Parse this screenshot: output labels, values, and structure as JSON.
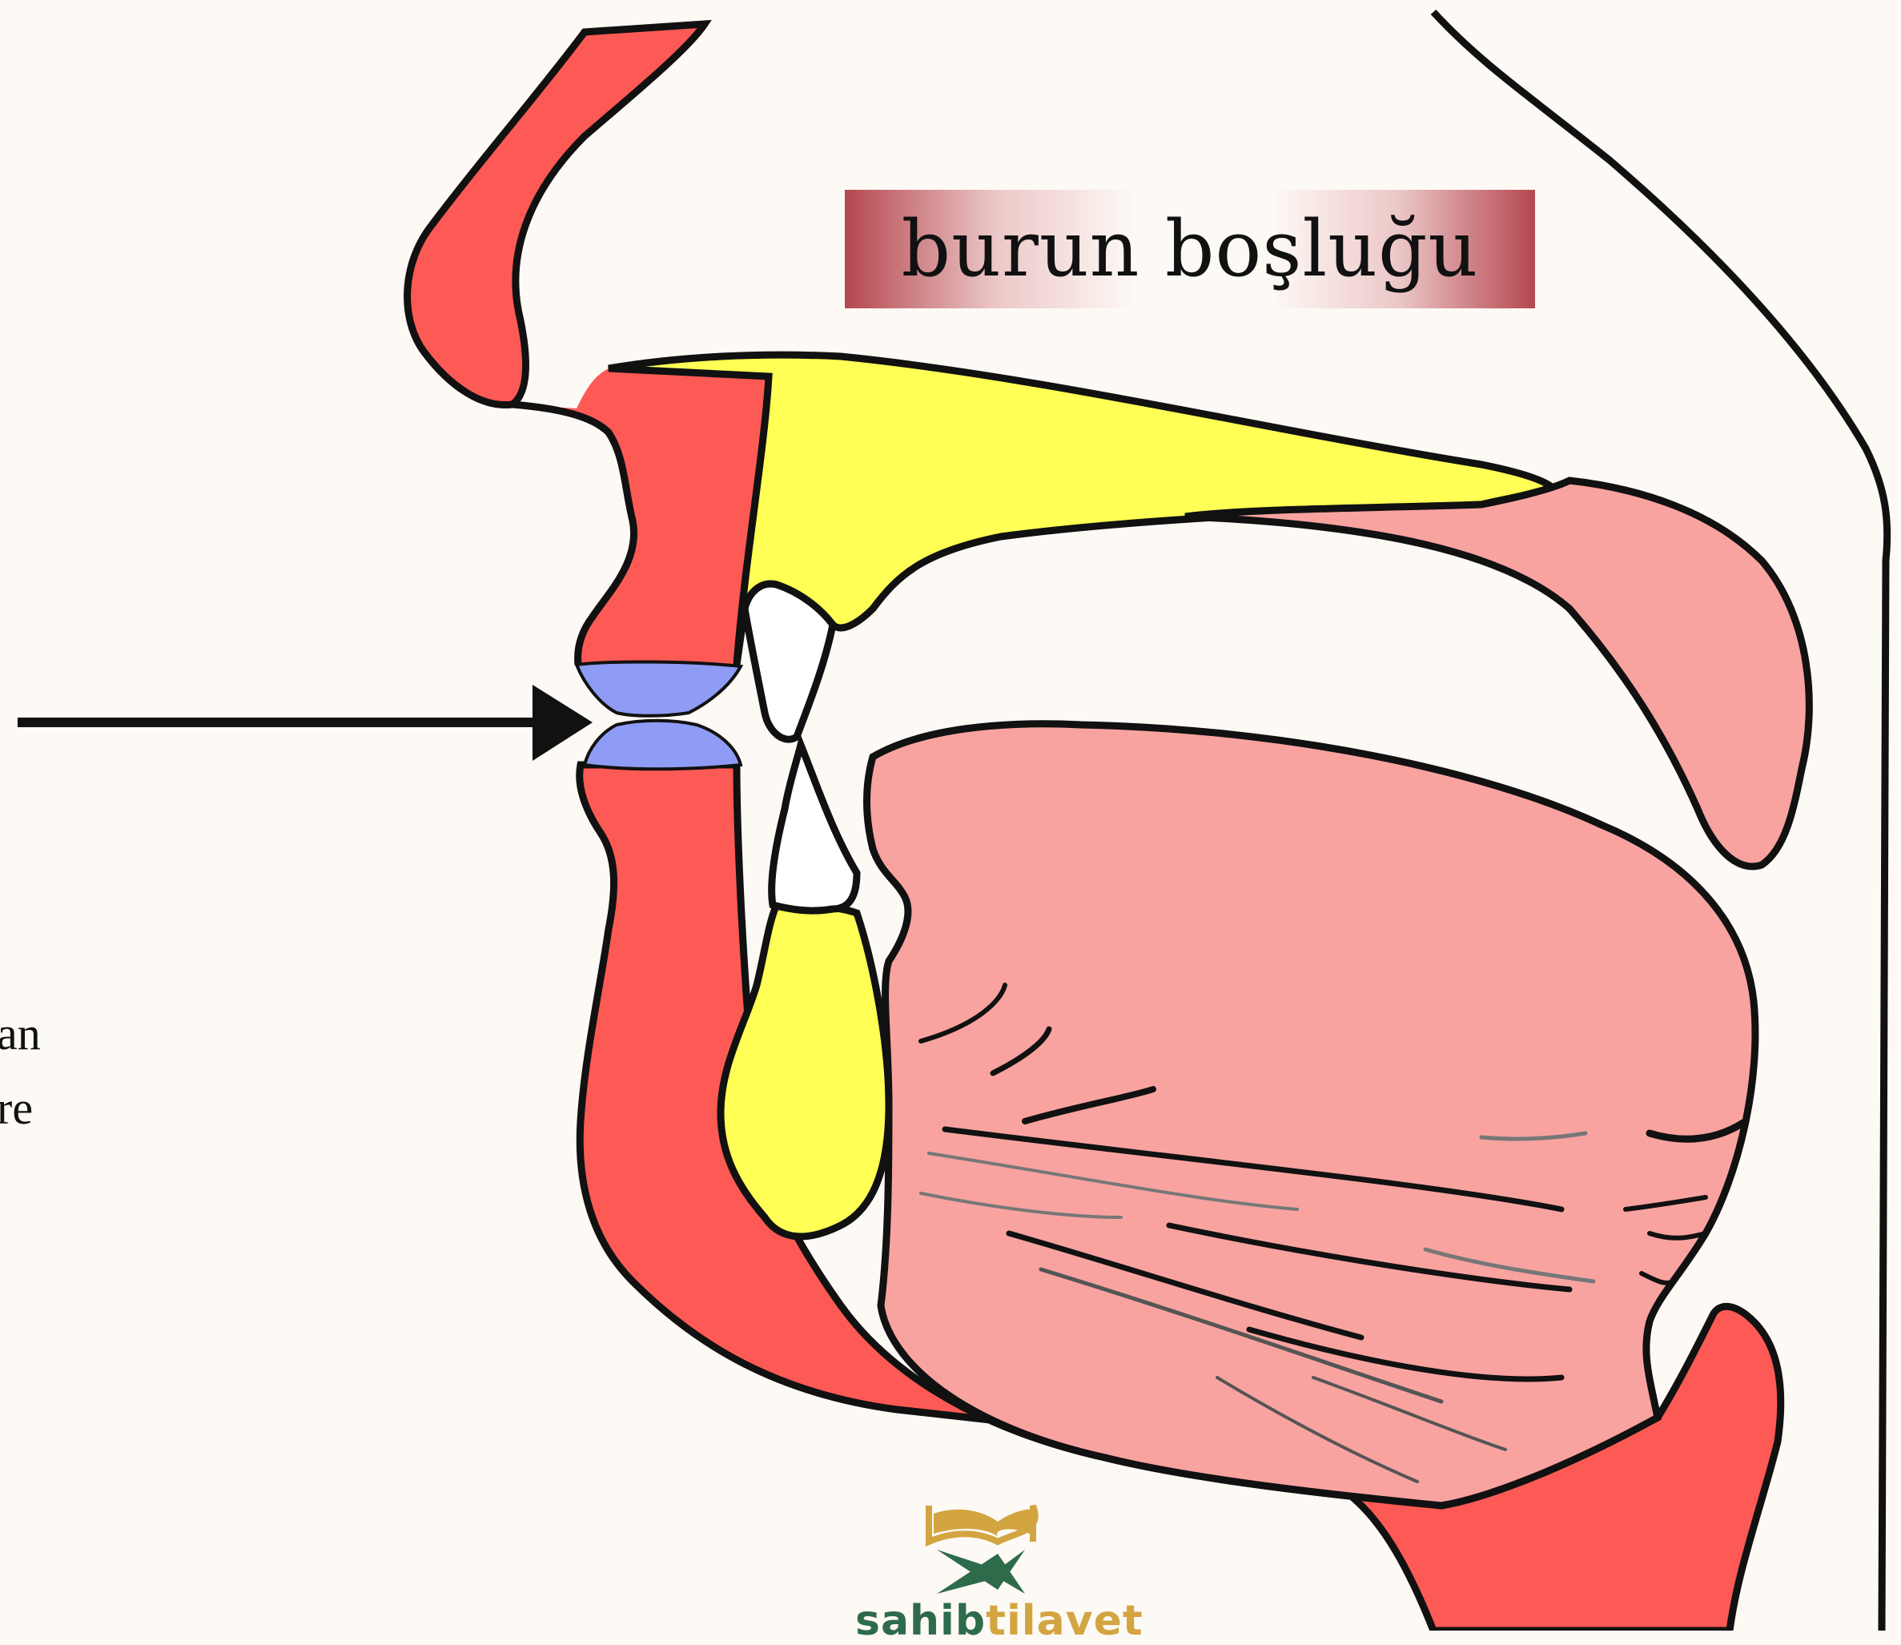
{
  "labels": {
    "nasal_cavity": "burun boşluğu"
  },
  "cropped_text": {
    "line1": "an",
    "line2": "re"
  },
  "brand": {
    "part1": "sahib",
    "part2": "tilavet"
  },
  "colors": {
    "lips_skin": "#fd5a55",
    "bone": "#ffff55",
    "tongue_palate": "#f8a3a0",
    "lip_contact": "#8f9cf5",
    "outline": "#111111",
    "background": "#fdf9f5",
    "label_accent": "#b5474f",
    "brand_green": "#2e6b4a",
    "brand_gold": "#d3a541"
  },
  "icons": [
    "arrow-icon",
    "sahibtilavet-logo-icon"
  ]
}
